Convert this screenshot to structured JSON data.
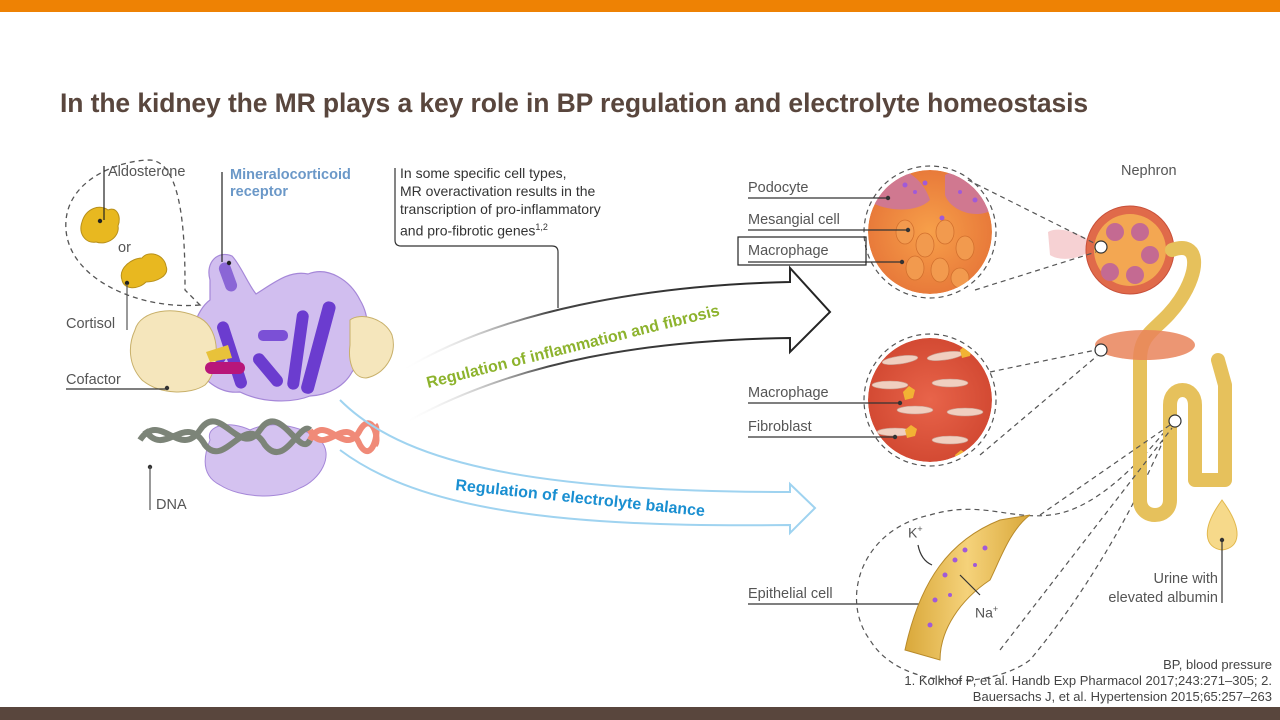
{
  "slide": {
    "title": "In the kidney the MR plays a key role in BP regulation and electrolyte homeostasis",
    "colors": {
      "top_bar": "#ee8204",
      "bottom_bar": "#59463d",
      "title": "#59463d",
      "receptor_label": "#6b98c8",
      "inflammation_arrow_text": "#8db32d",
      "electrolyte_arrow_text": "#1a8fd1",
      "electrolyte_arrow_outline": "#9fd3f0"
    }
  },
  "left_panel": {
    "labels": {
      "aldosterone": "Aldosterone",
      "or": "or",
      "cortisol": "Cortisol",
      "cofactor": "Cofactor",
      "dna": "DNA",
      "receptor_line1": "Mineralocorticoid",
      "receptor_line2": "receptor"
    }
  },
  "callout": {
    "lines": [
      "In some specific cell types,",
      "MR overactivation results in the",
      "transcription of pro-inflammatory"
    ],
    "last_line": "and pro-fibrotic genes",
    "superscript": "1,2"
  },
  "arrows": {
    "inflammation": "Regulation of inflammation and fibrosis",
    "electrolyte": "Regulation of electrolyte balance"
  },
  "right_panel": {
    "glomerulus_labels": [
      "Podocyte",
      "Mesangial cell",
      "Macrophage"
    ],
    "interstitium_labels": [
      "Macrophage",
      "Fibroblast"
    ],
    "tubule_label": "Epithelial cell",
    "ions": {
      "k": "K",
      "na": "Na",
      "charge": "+"
    },
    "nephron_label": "Nephron",
    "urine_line1": "Urine with",
    "urine_line2": "elevated albumin"
  },
  "footer": {
    "abbreviation": "BP, blood pressure",
    "ref_line1": "1. Kolkhof P, et al. Handb Exp Pharmacol 2017;243:271–305; 2.",
    "ref_line2": "Bauersachs J, et al. Hypertension 2015;65:257–263"
  }
}
